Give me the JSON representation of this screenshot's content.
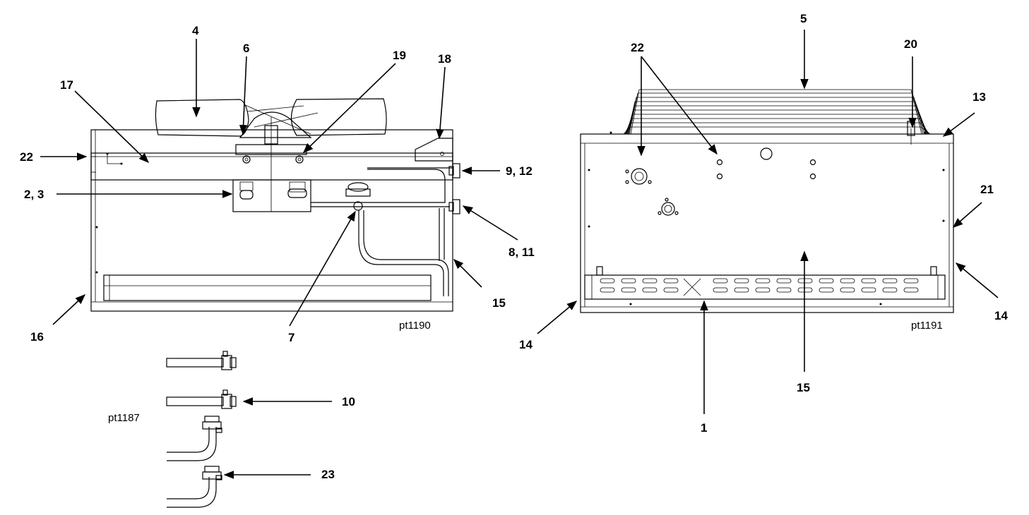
{
  "figure_ids": {
    "left_view": "pt1190",
    "right_view": "pt1191",
    "accessories": "pt1187"
  },
  "callouts": {
    "c1": "1",
    "c2_3": "2, 3",
    "c4": "4",
    "c5": "5",
    "c6": "6",
    "c7": "7",
    "c8_11": "8, 11",
    "c9_12": "9, 12",
    "c10": "10",
    "c13": "13",
    "c14_left": "14",
    "c14_right": "14",
    "c15_left": "15",
    "c15_right": "15",
    "c16": "16",
    "c17": "17",
    "c18": "18",
    "c19": "19",
    "c20": "20",
    "c21": "21",
    "c22_left": "22",
    "c22_right": "22",
    "c23": "23"
  }
}
